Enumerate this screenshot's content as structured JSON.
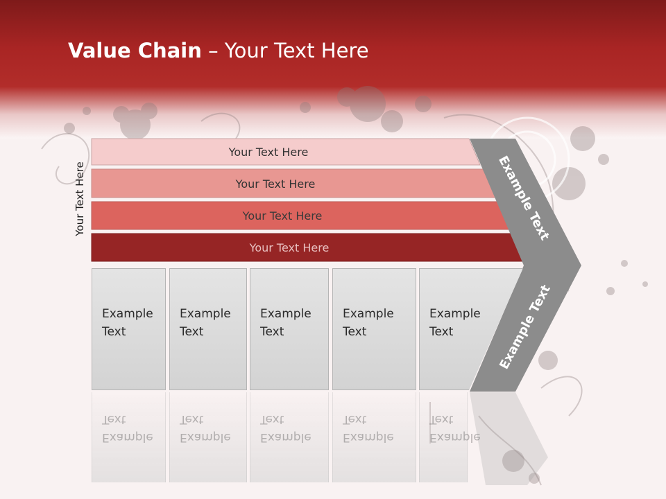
{
  "slide": {
    "title_bold": "Value Chain",
    "title_rest": " – Your Text Here",
    "side_label": "Your Text Here",
    "bars": [
      {
        "label": "Your Text Here",
        "color": "#f5cccc",
        "text_color": "#333333"
      },
      {
        "label": "Your Text Here",
        "color": "#e89792",
        "text_color": "#333333"
      },
      {
        "label": "Your Text Here",
        "color": "#dc645e",
        "text_color": "#3a3a3a"
      },
      {
        "label": "Your Text Here",
        "color": "#962525",
        "text_color": "#e8c0c0"
      }
    ],
    "boxes": [
      {
        "text": "Example\nText"
      },
      {
        "text": "Example\nText"
      },
      {
        "text": "Example\nText"
      },
      {
        "text": "Example\nText"
      },
      {
        "text": "Example\nText"
      }
    ],
    "chevron_top_text": "Example Text",
    "chevron_bottom_text": "Example Text",
    "colors": {
      "header_red": "#a92524",
      "chevron_gray": "#8c8c8c",
      "floral": "#8a7a7a"
    }
  }
}
